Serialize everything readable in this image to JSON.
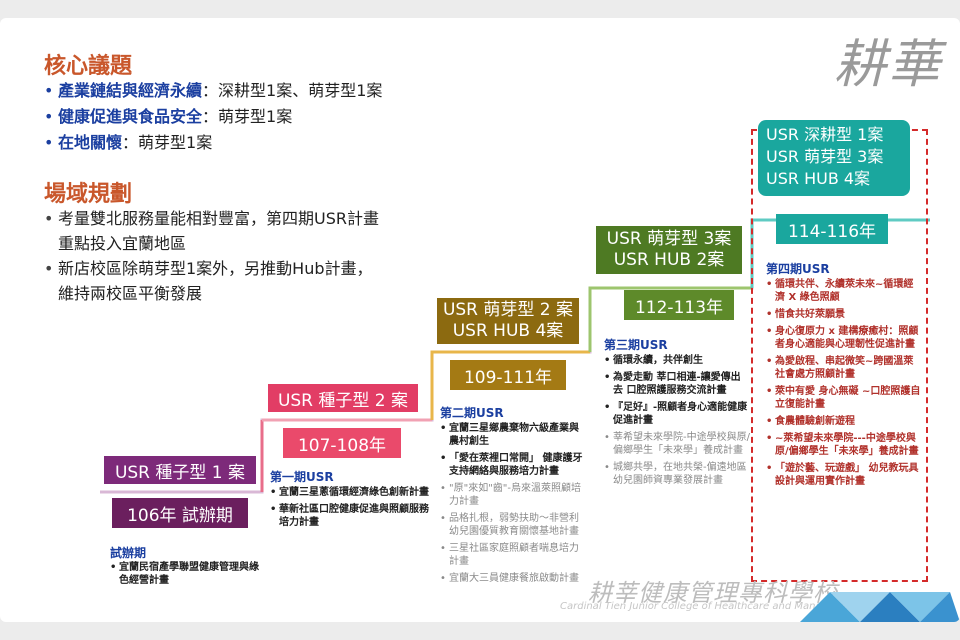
{
  "logo": "耕華",
  "core": {
    "title": "核心議題",
    "items": [
      {
        "kw": "產業鏈結與經濟永續",
        "rest": "：深耕型1案、萌芽型1案"
      },
      {
        "kw": "健康促進與食品安全",
        "rest": "：萌芽型1案"
      },
      {
        "kw": "在地關懷",
        "rest": "：萌芽型1案"
      }
    ]
  },
  "field": {
    "title": "場域規劃",
    "items": [
      {
        "line1": "考量雙北服務量能相對豐富，第四期USR計畫",
        "line2": "重點投入宜蘭地區"
      },
      {
        "line1": "新店校區除萌芽型1案外，另推動Hub計畫，",
        "line2": "維持兩校區平衡發展"
      }
    ]
  },
  "stages": [
    {
      "type_label": "USR 種子型 1 案",
      "year_label": "106年 試辦期",
      "stage_title": "試辦期",
      "plans": [
        "宜蘭民宿產學聯盟健康管理與綠色經營計畫"
      ],
      "type_color": "#7d2a7a",
      "year_color": "#6b1f5e"
    },
    {
      "type_label": "USR 種子型 2 案",
      "year_label": "107-108年",
      "stage_title": "第一期USR",
      "plans": [
        "宜蘭三星蔥循環經濟綠色創新計畫",
        "華新社區口腔健康促進與照顧服務培力計畫"
      ],
      "type_color": "#e23d65",
      "year_color": "#ea4a6b"
    },
    {
      "type_label_line1": "USR 萌芽型 2 案",
      "type_label_line2": "USR HUB 4案",
      "year_label": "109-111年",
      "stage_title": "第二期USR",
      "plans_bold": [
        "宜蘭三星鄉農棄物六級產業與農村創生",
        "「愛在萊裡口常開」 健康護牙支持網絡與服務培力計畫"
      ],
      "plans_grey": [
        "\"原\"來如\"齒\"-烏來溫萊照顧培力計畫",
        "品格扎根，弱勢扶助～非營利幼兒園優質教育關懷基地計畫",
        "三星社區家庭照顧者喘息培力計畫",
        "宜蘭大三員健康餐旅啟動計畫"
      ],
      "type_color": "#8c6a10",
      "year_color": "#a47a14"
    },
    {
      "type_label_line1": "USR 萌芽型 3案",
      "type_label_line2": "USR HUB 2案",
      "year_label": "112-113年",
      "stage_title": "第三期USR",
      "plans_bold": [
        "循環永續，共伴創生",
        "為愛走動 莘口相連-讓愛傳出去 口腔照護服務交流計畫",
        "『足好』-照顧者身心適能健康促進計畫"
      ],
      "plans_grey": [
        "莘希望未來學院-中途學校與原/偏鄉學生「未來學」養成計畫",
        "城鄉共學，在地共榮-偏遠地區幼兒園師資專業發展計畫"
      ],
      "type_color": "#4e7a23",
      "year_color": "#5e8a2a"
    },
    {
      "type_label_line1": "USR 深耕型 1案",
      "type_label_line2": "USR 萌芽型 3案",
      "type_label_line3": "USR HUB  4案",
      "year_label": "114-116年",
      "stage_title": "第四期USR",
      "plans_red": [
        "循環共伴、永續萊未來~循環經濟 X 綠色照顧",
        "惜食共好萊願景",
        "身心復原力 x 建構療癒村：照顧者身心適能與心理韌性促進計畫",
        "為愛啟程、串起微笑~跨國溫萊社會處方照顧計畫",
        "萊中有愛 身心無礙 ~口腔照護自立復能計畫",
        "食農體驗創新遊程",
        "~萊希望未來學院---中途學校與原/偏鄉學生「未來學」養成計畫",
        "「遊於藝、玩遊戲」 幼兒教玩具設計與運用實作計畫"
      ],
      "type_color": "#1aa79e",
      "year_color": "#1aa79e"
    }
  ],
  "watermark": "耕莘健康管理專科學校",
  "watermark_en": "Cardinal Tien Junior College of Healthcare and Management"
}
